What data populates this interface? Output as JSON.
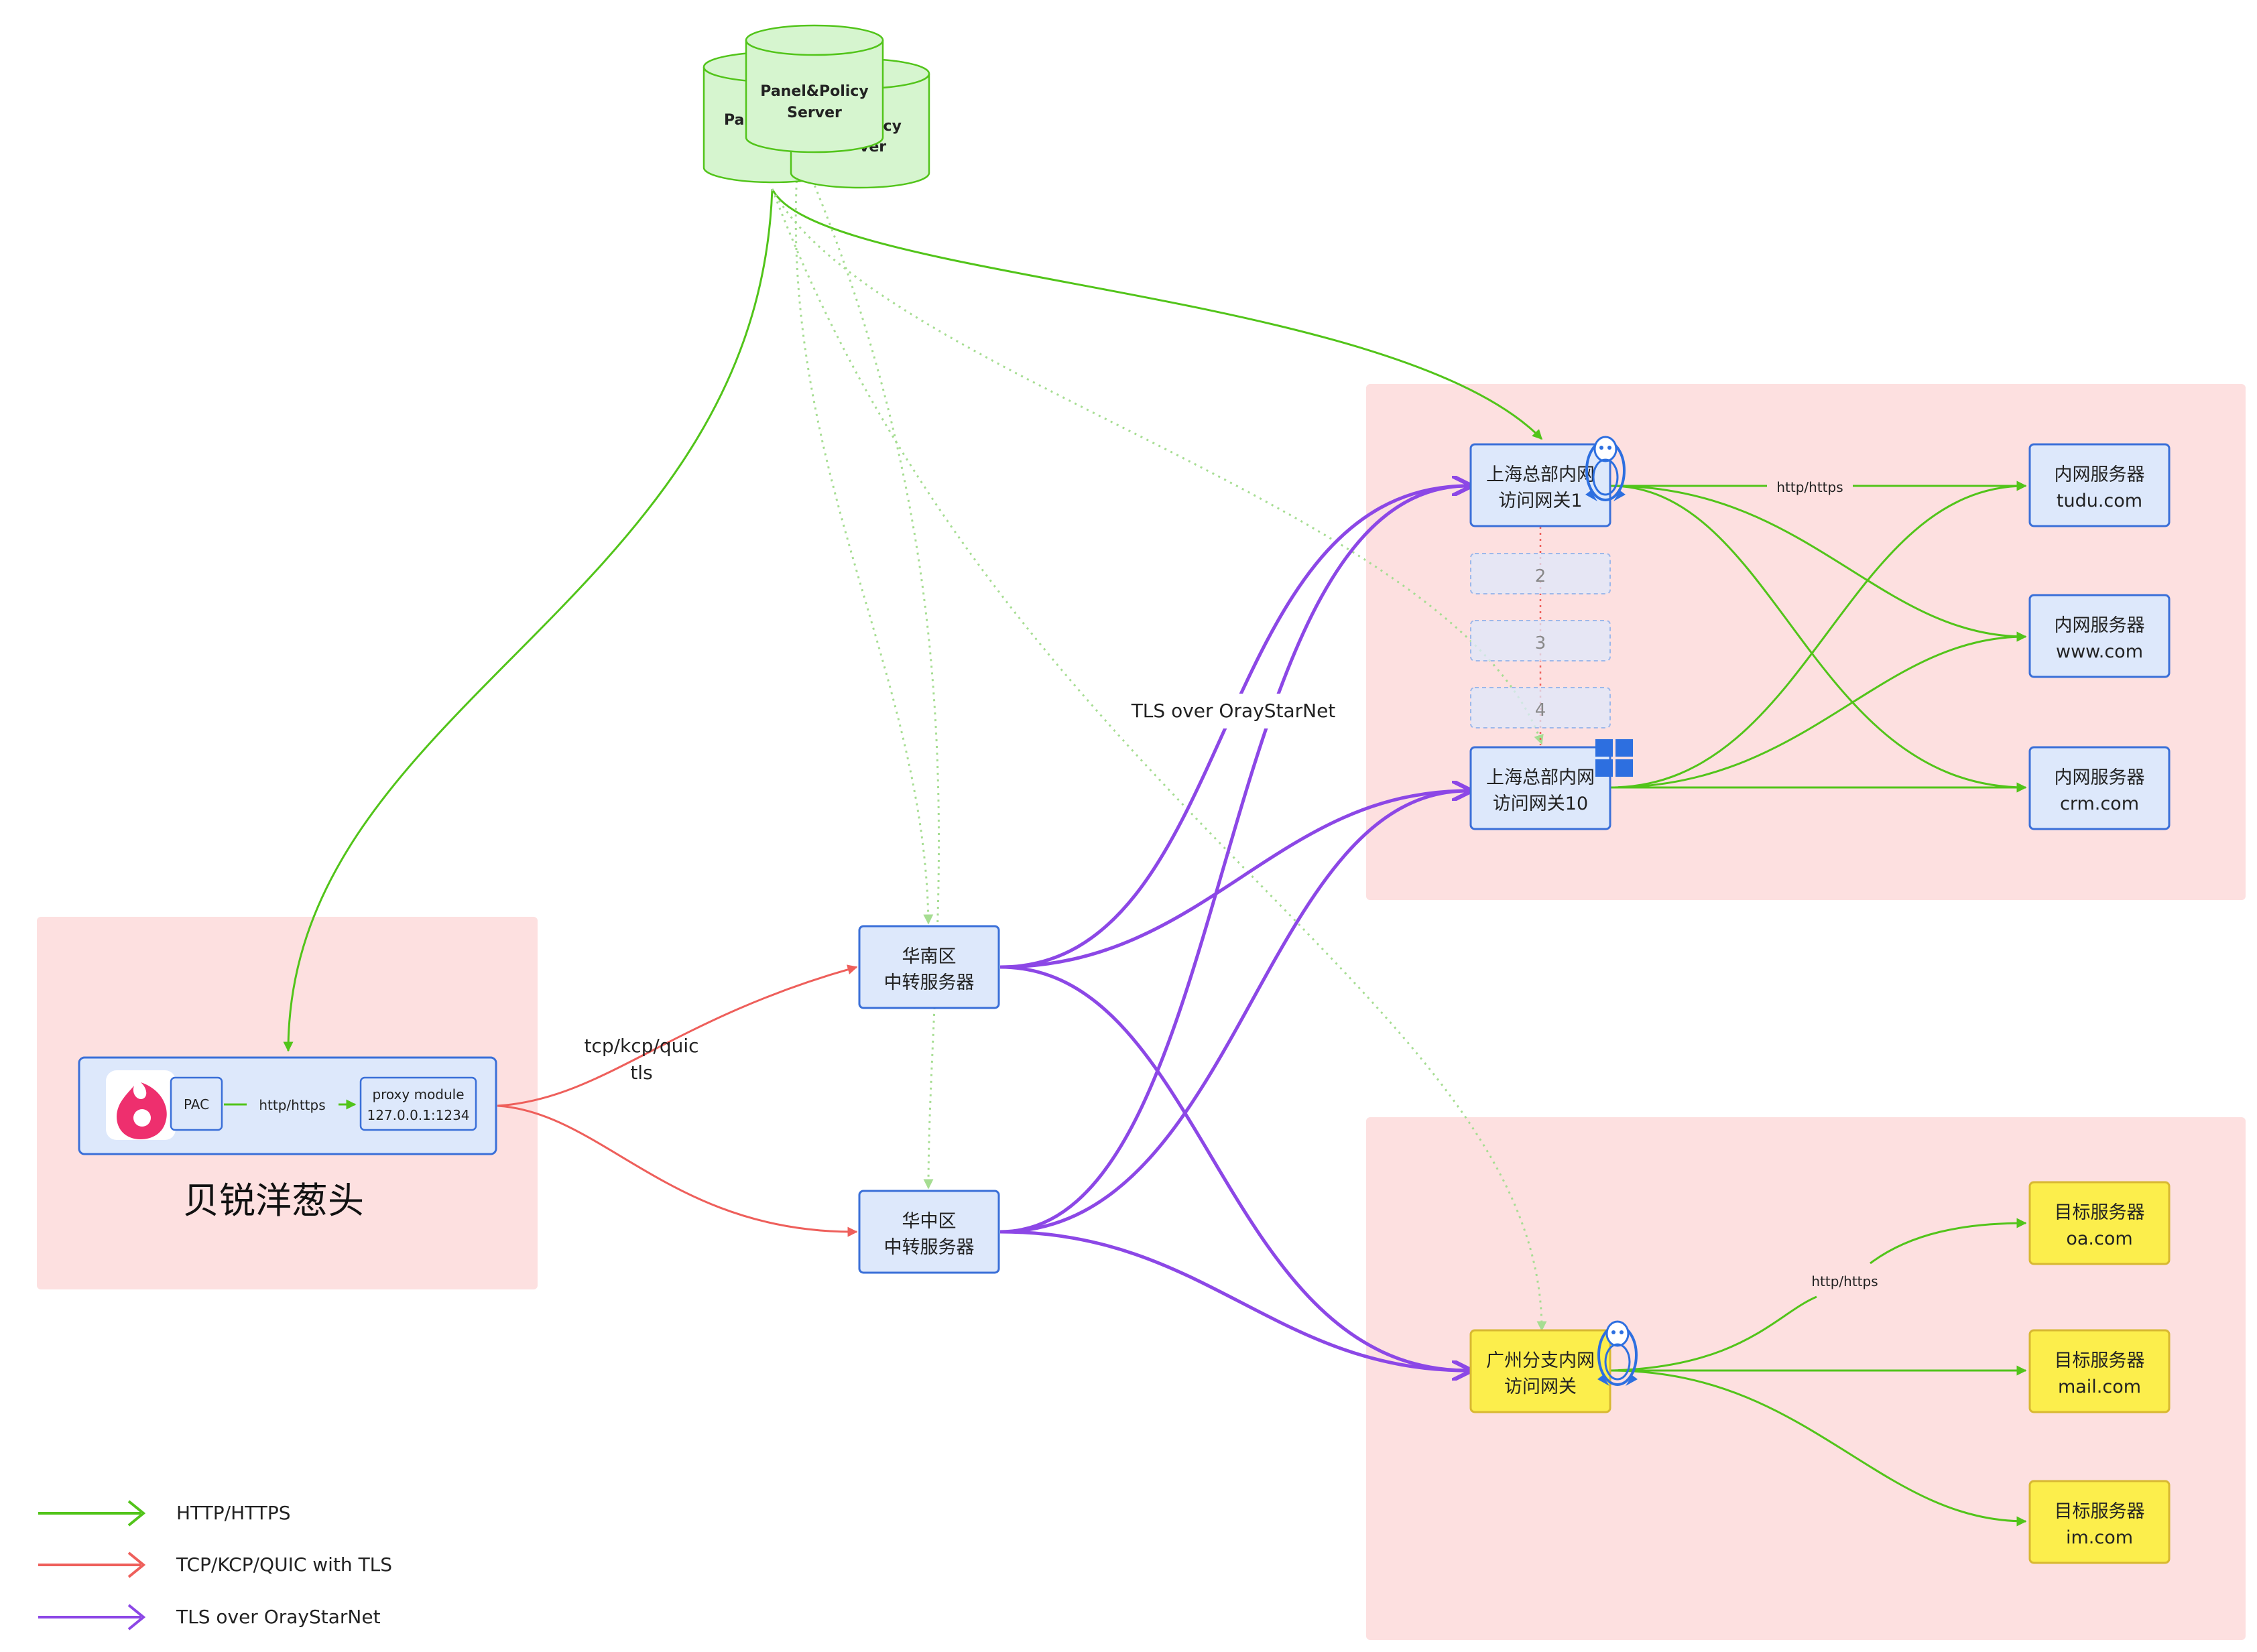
{
  "colors": {
    "http": "#52c41a",
    "tcp": "#ee5f5b",
    "tls": "#8c47e6",
    "zone_fill": "#fde0e0",
    "node_fill": "#dde8fb",
    "node_stroke": "#3a6fd8",
    "target_fill": "#fcee4c",
    "target_stroke": "#d8b832",
    "db_fill": "#d6f5cf",
    "db_stroke": "#52c41a"
  },
  "panel_server": {
    "label_line1": "Panel&Policy",
    "label_line2": "Server",
    "back_left_fragment": "Par",
    "back_right_fragment1": "icy",
    "back_right_fragment2": "ver"
  },
  "client": {
    "name": "贝锐洋葱头",
    "logo_icon": "onion-logo-icon",
    "pac_label": "PAC",
    "link_label": "http/https",
    "proxy_line1": "proxy module",
    "proxy_line2": "127.0.0.1:1234"
  },
  "tcp_label_line1": "tcp/kcp/quic",
  "tcp_label_line2": "tls",
  "tls_label": "TLS over OrayStarNet",
  "relays": [
    {
      "line1": "华南区",
      "line2": "中转服务器"
    },
    {
      "line1": "华中区",
      "line2": "中转服务器"
    }
  ],
  "shanghai": {
    "gateway1": {
      "line1": "上海总部内网",
      "line2": "访问网关1",
      "os_icon": "linux-penguin-icon"
    },
    "ghosts": [
      "2",
      "3",
      "4"
    ],
    "gateway10": {
      "line1": "上海总部内网",
      "line2": "访问网关10",
      "os_icon": "windows-icon"
    },
    "http_label": "http/https",
    "servers": [
      {
        "line1": "内网服务器",
        "line2": "tudu.com"
      },
      {
        "line1": "内网服务器",
        "line2": "www.com"
      },
      {
        "line1": "内网服务器",
        "line2": "crm.com"
      }
    ]
  },
  "guangzhou": {
    "gateway": {
      "line1": "广州分支内网",
      "line2": "访问网关",
      "os_icon": "linux-penguin-icon"
    },
    "http_label": "http/https",
    "targets": [
      {
        "line1": "目标服务器",
        "line2": "oa.com"
      },
      {
        "line1": "目标服务器",
        "line2": "mail.com"
      },
      {
        "line1": "目标服务器",
        "line2": "im.com"
      }
    ]
  },
  "legend": [
    {
      "label": "HTTP/HTTPS",
      "color": "#52c41a"
    },
    {
      "label": "TCP/KCP/QUIC with TLS",
      "color": "#ee5f5b"
    },
    {
      "label": "TLS over OrayStarNet",
      "color": "#8c47e6"
    }
  ]
}
